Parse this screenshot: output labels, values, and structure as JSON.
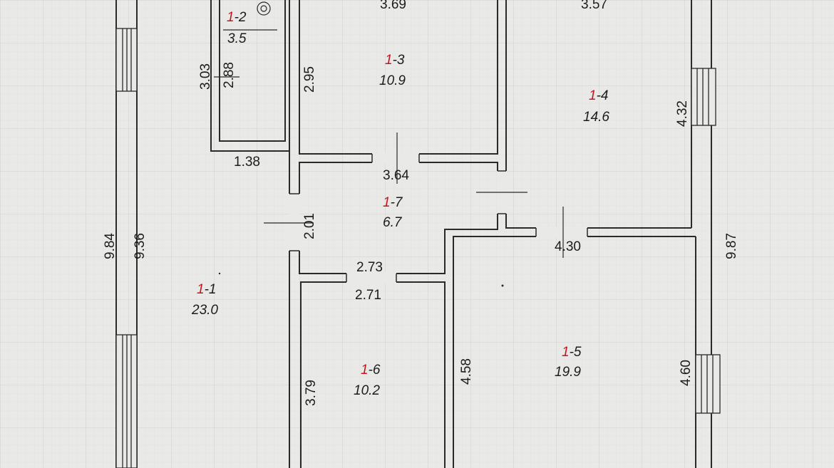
{
  "colors": {
    "paper": "#e9e9e7",
    "grid": "#cfcfcc",
    "wall": "#2a2a2a",
    "ink": "#1c1c1c",
    "room_prefix": "#c8141e"
  },
  "rooms": {
    "r1_1": {
      "prefix": "1",
      "suffix": "-1",
      "area": "23.0"
    },
    "r1_2": {
      "prefix": "1",
      "suffix": "-2",
      "area": "3.5"
    },
    "r1_3": {
      "prefix": "1",
      "suffix": "-3",
      "area": "10.9"
    },
    "r1_4": {
      "prefix": "1",
      "suffix": "-4",
      "area": "14.6"
    },
    "r1_5": {
      "prefix": "1",
      "suffix": "-5",
      "area": "19.9"
    },
    "r1_6": {
      "prefix": "1",
      "suffix": "-6",
      "area": "10.2"
    },
    "r1_7": {
      "prefix": "1",
      "suffix": "-7",
      "area": "6.7"
    }
  },
  "dimensions": {
    "d_3_69": "3.69",
    "d_3_57": "3.57",
    "d_3_03": "3.03",
    "d_2_88": "2.88",
    "d_2_95": "2.95",
    "d_4_32": "4.32",
    "d_1_38": "1.38",
    "d_3_64": "3.64",
    "d_2_01": "2.01",
    "d_9_84": "9.84",
    "d_9_36": "9.36",
    "d_9_87": "9.87",
    "d_4_30": "4.30",
    "d_2_73": "2.73",
    "d_2_71": "2.71",
    "d_4_58": "4.58",
    "d_4_60": "4.60",
    "d_3_79": "3.79"
  }
}
